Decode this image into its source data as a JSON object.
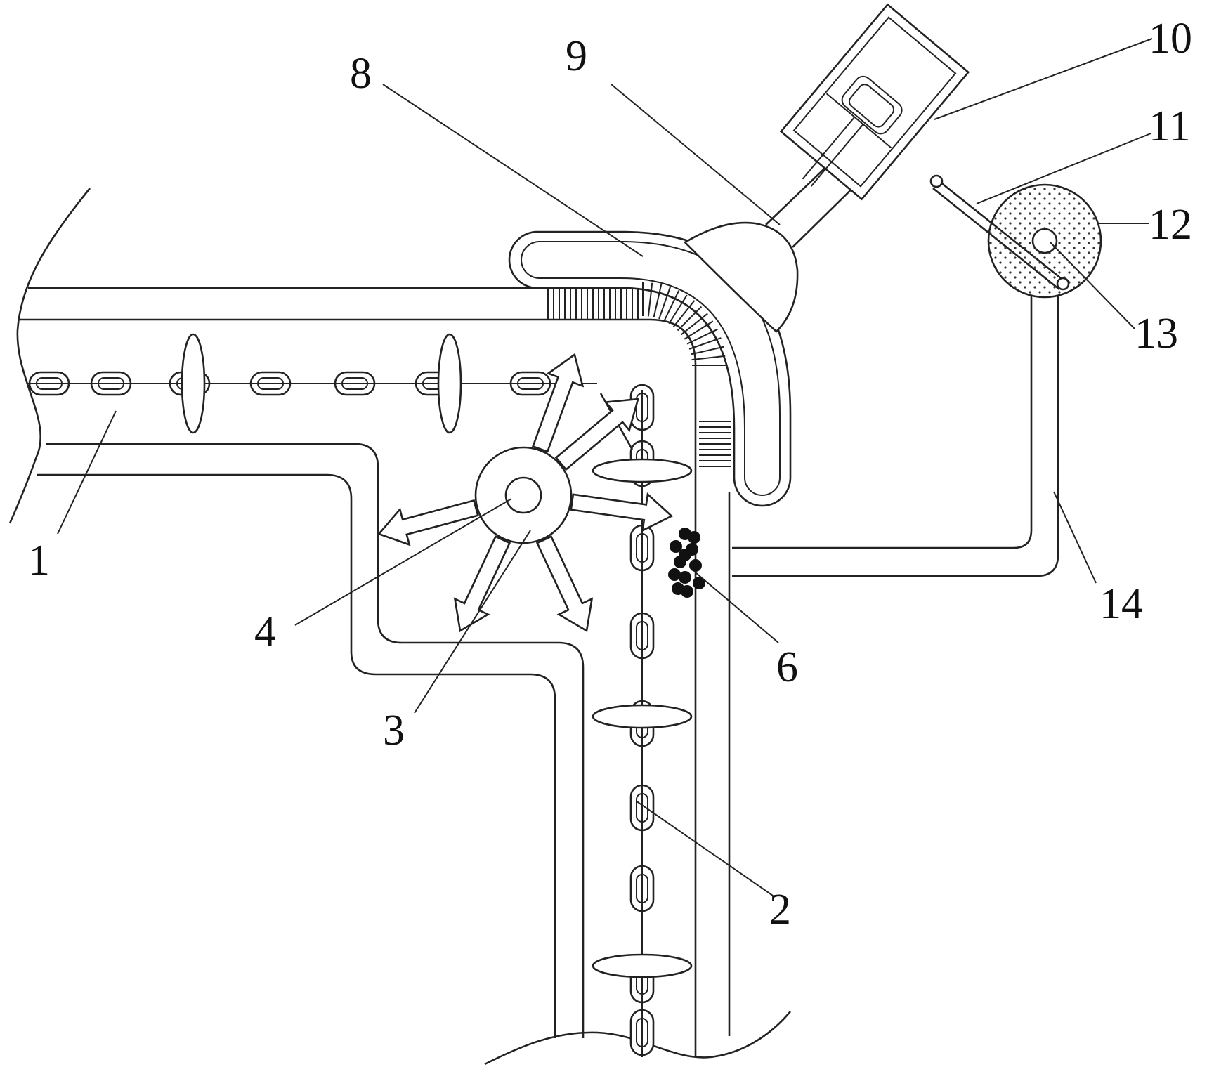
{
  "diagram": {
    "colors": {
      "line": "#222222",
      "background": "#ffffff",
      "dots": "#333333"
    },
    "labels": [
      {
        "id": "1",
        "text": "1"
      },
      {
        "id": "2",
        "text": "2"
      },
      {
        "id": "3",
        "text": "3"
      },
      {
        "id": "4",
        "text": "4"
      },
      {
        "id": "6",
        "text": "6"
      },
      {
        "id": "8",
        "text": "8"
      },
      {
        "id": "9",
        "text": "9"
      },
      {
        "id": "10",
        "text": "10"
      },
      {
        "id": "11",
        "text": "11"
      },
      {
        "id": "12",
        "text": "12"
      },
      {
        "id": "13",
        "text": "13"
      },
      {
        "id": "14",
        "text": "14"
      }
    ]
  }
}
